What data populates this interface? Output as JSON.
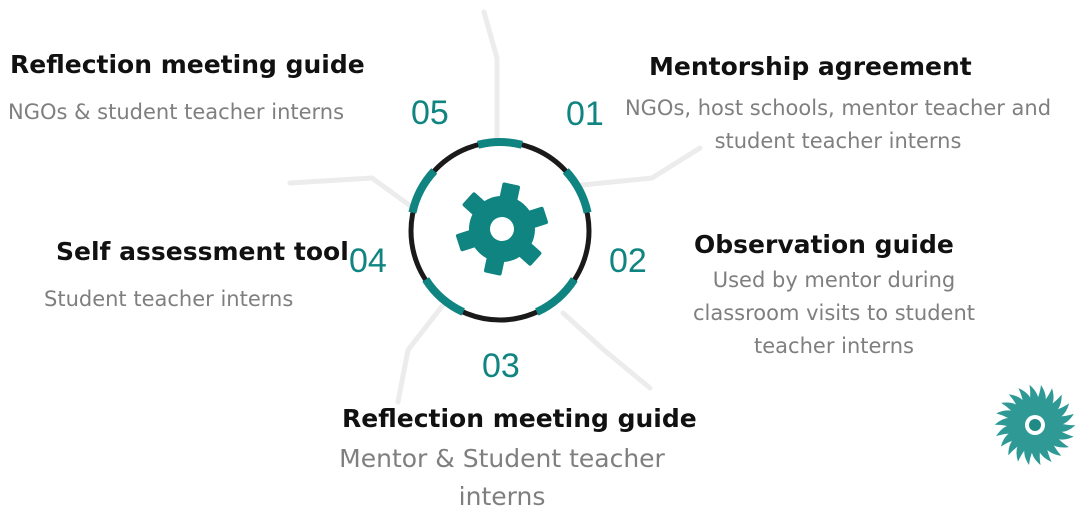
{
  "colors": {
    "accent": "#0f8480",
    "ring": "#1a1a1a",
    "title_text": "#111111",
    "desc_text": "#7f7f7f",
    "connector": "#ececec"
  },
  "icons": {
    "center": "gear-icon",
    "corner_logo": "spiral-sun-logo"
  },
  "steps": [
    {
      "number": "01",
      "title": "Mentorship agreement",
      "description": "NGOs, host schools,  mentor teacher and student teacher interns"
    },
    {
      "number": "02",
      "title": "Observation guide",
      "description": "Used by mentor during classroom visits to student teacher interns"
    },
    {
      "number": "03",
      "title": "Reflection meeting guide",
      "description": "Mentor & Student teacher interns"
    },
    {
      "number": "04",
      "title": "Self assessment tool",
      "description": "Student teacher interns"
    },
    {
      "number": "05",
      "title": "Reflection meeting guide",
      "description": "NGOs & student teacher interns"
    }
  ]
}
